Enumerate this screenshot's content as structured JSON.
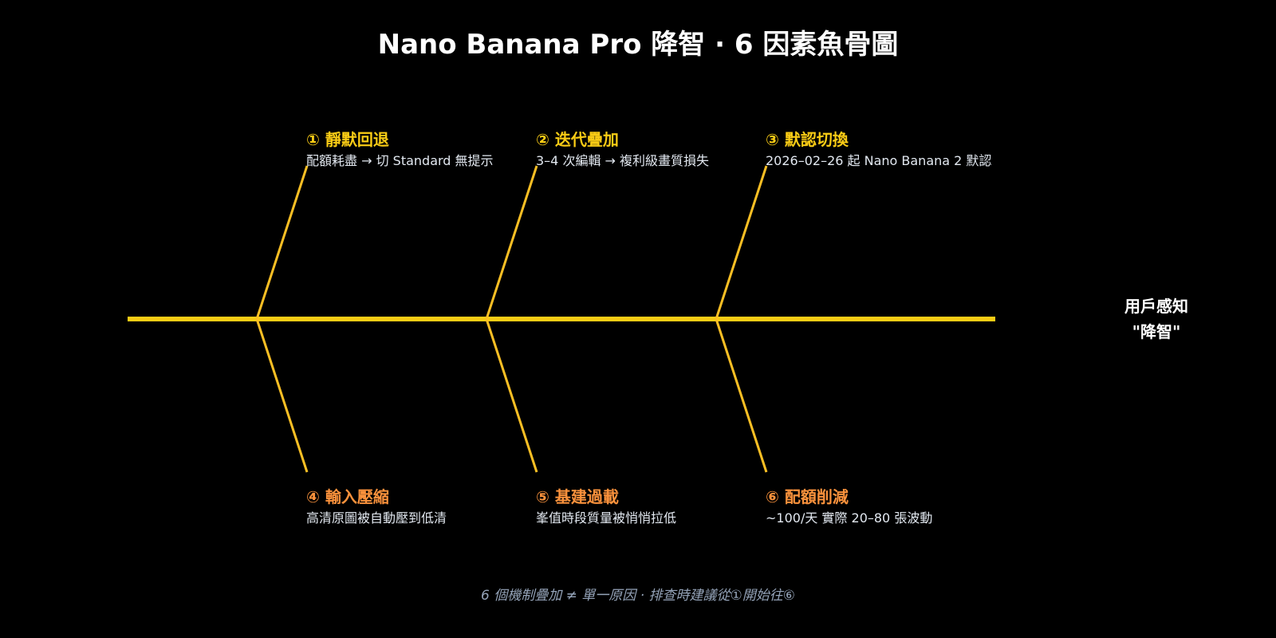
{
  "title": "Nano Banana Pro 降智 · 6 因素魚骨圖",
  "effect": {
    "line1": "用戶感知",
    "line2": "\"降智\""
  },
  "causes": [
    {
      "number": "①",
      "label": "① 靜默回退",
      "description": "配額耗盡 → 切 Standard 無提示",
      "position": "top"
    },
    {
      "number": "②",
      "label": "② 迭代疊加",
      "description": "3–4 次編輯 → 複利級畫質損失",
      "position": "top"
    },
    {
      "number": "③",
      "label": "③ 默認切換",
      "description": "2026–02–26 起 Nano Banana 2 默認",
      "position": "top"
    },
    {
      "number": "④",
      "label": "④ 輸入壓縮",
      "description": "高清原圖被自動壓到低清",
      "position": "bottom"
    },
    {
      "number": "⑤",
      "label": "⑤ 基建過載",
      "description": "峯值時段質量被悄悄拉低",
      "position": "bottom"
    },
    {
      "number": "⑥",
      "label": "⑥ 配額削減",
      "description": "~100/天 實際 20–80 張波動",
      "position": "bottom"
    }
  ],
  "footer": "6 個機制疊加 ≠ 單一原因 · 排查時建議從①開始往⑥",
  "colors": {
    "background": "#000000",
    "spine": "#facc15",
    "bones": "#fbbf24",
    "top_labels": "#facc15",
    "bottom_labels": "#fb923c",
    "descriptions": "#e2e8f0",
    "footer": "#94a3b8"
  }
}
